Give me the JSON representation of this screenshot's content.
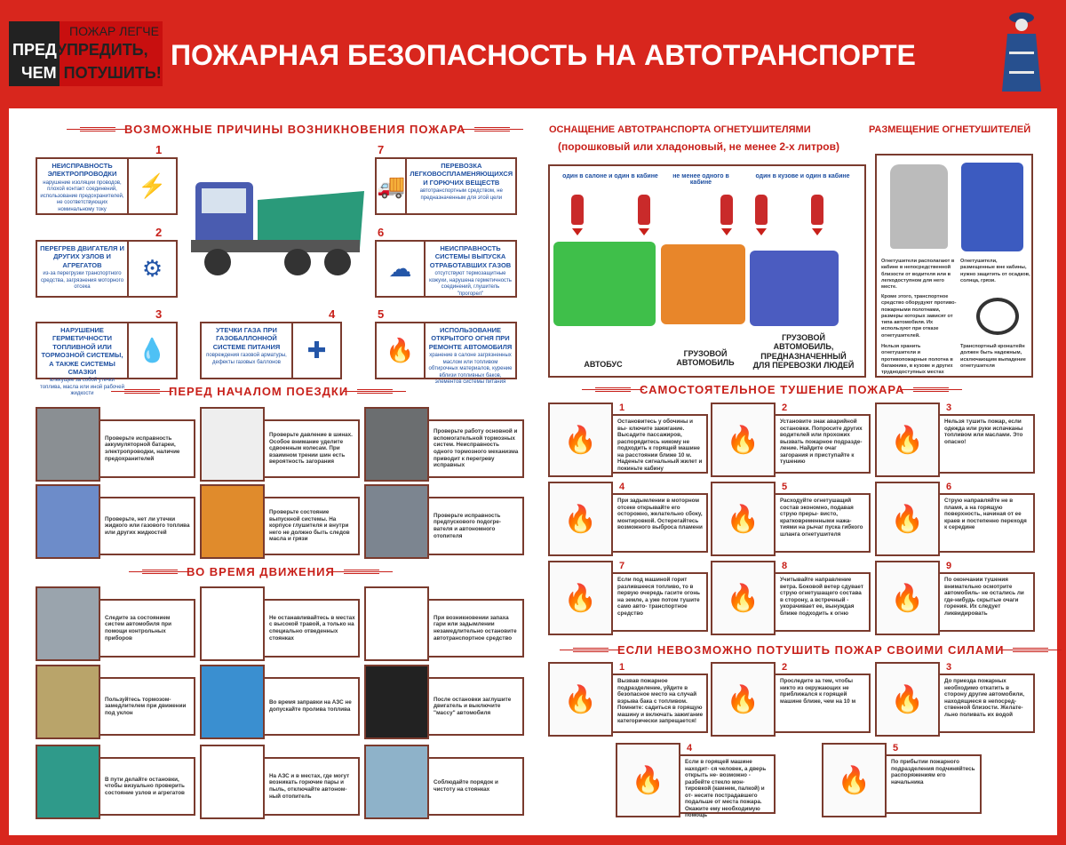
{
  "logo": {
    "line1": "ПОЖАР ЛЕГЧЕ",
    "pre": "ПРЕД",
    "word2": "УПРЕДИТЬ,",
    "chem": "ЧЕМ",
    "word3": "ПОТУШИТЬ!"
  },
  "title": "ПОЖАРНАЯ БЕЗОПАСНОСТЬ НА АВТОТРАНСПОРТЕ",
  "colors": {
    "background": "#d8261d",
    "border": "#7a3b2e",
    "heading": "#c8201a",
    "text_blue": "#1e4fa0"
  },
  "causes": {
    "heading": "ВОЗМОЖНЫЕ ПРИЧИНЫ ВОЗНИКНОВЕНИЯ ПОЖАРА",
    "items": [
      {
        "num": "1",
        "title": "НЕИСПРАВНОСТЬ ЭЛЕКТРОПРОВОДКИ",
        "text": "нарушение изоляции проводов, плохой контакт соединений, использование предохранителей, не соответствующих номинальному току",
        "icon": "battery-lightning-icon",
        "glyph": "⚡"
      },
      {
        "num": "2",
        "title": "ПЕРЕГРЕВ ДВИГАТЕЛЯ И ДРУГИХ УЗЛОВ И АГРЕГАТОВ",
        "text": "из-за перегрузки транспортного средства, загрязнения моторного отсека",
        "icon": "engine-icon",
        "glyph": "⚙"
      },
      {
        "num": "3",
        "title": "НАРУШЕНИЕ ГЕРМЕТИЧНОСТИ ТОПЛИВНОЙ ИЛИ ТОРМОЗНОЙ СИСТЕМЫ, А ТАКЖЕ СИСТЕМЫ СМАЗКИ",
        "text": "влекущее за собой утечки топлива, масла или иной рабочей жидкости",
        "icon": "fuel-filter-leak-icon",
        "glyph": "💧"
      },
      {
        "num": "4",
        "title": "УТЕЧКИ ГАЗА ПРИ ГАЗОБАЛЛОННОЙ СИСТЕМЕ ПИТАНИЯ",
        "text": "повреждения газовой арматуры, дефекты газовых баллонов",
        "icon": "gas-valve-icon",
        "glyph": "✚"
      },
      {
        "num": "7",
        "title": "ПЕРЕВОЗКА ЛЕГКОВОСПЛАМЕНЯЮЩИХСЯ И ГОРЮЧИХ ВЕЩЕСТВ",
        "text": "автотранспортным средством, не предназначенным для этой цели",
        "icon": "hazard-truck-icon",
        "glyph": "🚚"
      },
      {
        "num": "6",
        "title": "НЕИСПРАВНОСТЬ СИСТЕМЫ ВЫПУСКА ОТРАБОТАВШИХ ГАЗОВ",
        "text": "отсутствуют термозащитные кожухи, нарушена герметичность соединений, глушитель \"прогорел\"",
        "icon": "exhaust-truck-icon",
        "glyph": "☁"
      },
      {
        "num": "5",
        "title": "ИСПОЛЬЗОВАНИЕ ОТКРЫТОГО ОГНЯ ПРИ РЕМОНТЕ АВТОМОБИЛЯ",
        "text": "хранение в салоне загрязненных маслом или топливом обтирочных материалов, курение вблизи топливных баков, элементов системы питания",
        "icon": "match-flame-icon",
        "glyph": "🔥"
      }
    ]
  },
  "before_trip": {
    "heading": "ПЕРЕД НАЧАЛОМ ПОЕЗДКИ",
    "items": [
      {
        "text": "Проверьте исправность аккумуляторной батареи, электропроводки, наличие предохранителей",
        "icon": "battery-check-image",
        "pic": "#8a8f93"
      },
      {
        "text": "Проверьте давление в шинах. Особое внимание уделите сдвоенным колесам. При взаимном трении шин есть вероятность загорания",
        "icon": "pressure-gauge-image",
        "pic": "#eeeeee"
      },
      {
        "text": "Проверьте работу основной и вспомогательной тормозных систем. Неисправность одного тормозного механизма приводит к перегреву исправных",
        "icon": "brake-pedal-image",
        "pic": "#6b6e70"
      },
      {
        "text": "Проверьте, нет ли утечки жидкого или газового топлива или других жидкостей",
        "icon": "truck-leak-image",
        "pic": "#6d8cc9"
      },
      {
        "text": "Проверьте состояние выпускной системы. На корпусе глушителя и внутри него не должно быть следов масла и грязи",
        "icon": "exhaust-system-image",
        "pic": "#e08b2c"
      },
      {
        "text": "Проверьте исправность предпускового подогре- вателя и автономного отопителя",
        "icon": "preheater-image",
        "pic": "#7c8590"
      }
    ]
  },
  "driving": {
    "heading": "ВО ВРЕМЯ ДВИЖЕНИЯ",
    "items": [
      {
        "text": "Следите за состоянием систем автомобиля при помощи контрольных приборов",
        "icon": "dashboard-image",
        "pic": "#9aa4ad"
      },
      {
        "text": "Не останавливайтесь в местах с высокой травой, а только на специально отведенных стоянках",
        "icon": "parking-sign-image",
        "pic": "#ffffff"
      },
      {
        "text": "При возникновении запаха гари или задымлении незамедлительно остановите автотранспортное средство",
        "icon": "smoking-truck-image",
        "pic": "#ffffff"
      },
      {
        "text": "Пользуйтесь тормозом- замедлителем при движении под уклон",
        "icon": "retarder-image",
        "pic": "#b9a46a"
      },
      {
        "text": "Во время заправки на АЗС не допускайте пролива топлива",
        "icon": "fuel-nozzle-image",
        "pic": "#3a8fd0"
      },
      {
        "text": "После остановки заглушите двигатель и выключите \"массу\" автомобиля",
        "icon": "switch-panel-image",
        "pic": "#222222"
      },
      {
        "text": "В пути делайте остановки, чтобы визуально проверить состояние узлов и агрегатов",
        "icon": "open-hood-truck-image",
        "pic": "#2f9a8a"
      },
      {
        "text": "На АЗС и в местах, где могут возникать горючие пары и пыль, отключайте автоном- ный отопитель",
        "icon": "gas-station-person-image",
        "pic": "#ffffff"
      },
      {
        "text": "Соблюдайте порядок и чистоту на стоянках",
        "icon": "parked-trucks-image",
        "pic": "#8eb2c9"
      }
    ]
  },
  "equipment": {
    "heading": "ОСНАЩЕНИЕ АВТОТРАНСПОРТА ОГНЕТУШИТЕЛЯМИ",
    "subtitle": "(порошковый или хладоновый, не менее 2-х литров)",
    "notes": [
      "один в салоне и один в кабине",
      "не менее одного в кабине",
      "один в кузове и один в кабине"
    ],
    "vehicles": [
      "АВТОБУС",
      "ГРУЗОВОЙ АВТОМОБИЛЬ",
      "ГРУЗОВОЙ АВТОМОБИЛЬ, ПРЕДНАЗНАЧЕННЫЙ ДЛЯ ПЕРЕВОЗКИ ЛЮДЕЙ"
    ],
    "vehicle_colors": [
      "#3fbf4a",
      "#e8862a",
      "#4b5cc0"
    ]
  },
  "placement": {
    "heading": "РАЗМЕЩЕНИЕ ОГНЕТУШИТЕЛЕЙ",
    "texts": [
      "Огнетушители располагают в кабине в непосредственной близости от водителя или в легкодоступном для него месте.",
      "Огнетушители, размещенные вне кабины, нужно защитить от осадков, солнца, грязи.",
      "Кроме этого, транспортное средство оборудуют противо- пожарными полотнами, размеры которых зависят от типа автомобиля. Их используют при отказе огнетушителей.",
      "Нельзя хранить огнетушители и противопожарные полотна в багажнике, в кузове и других труднодоступных местах",
      "Транспортный кронштейн должен быть надежным, исключающим выпадение огнетушителя"
    ]
  },
  "self_extinguish": {
    "heading": "САМОСТОЯТЕЛЬНОЕ ТУШЕНИЕ ПОЖАРА",
    "items": [
      {
        "num": "1",
        "text": "Остановитесь у обочины и вы- ключите зажигание. Высадите пассажиров, распорядитесь никому не подходить к горящей машине на расстоянии ближе 10 м. Наденьте сигнальный жилет и покиньте кабину",
        "icon": "burning-car-people-icon"
      },
      {
        "num": "2",
        "text": "Установите знак аварийной остановки. Попросите других водителей или прохожих вызвать пожарное подразде- ление. Найдите очаг загорания и приступайте к тушению",
        "icon": "warning-triangle-icon"
      },
      {
        "num": "3",
        "text": "Нельзя тушить пожар, если одежда или руки испачканы топливом или маслами. Это опасно!",
        "icon": "prohibited-person-icon"
      },
      {
        "num": "4",
        "text": "При задымлении в моторном отсеке открывайте его осторожно, желательно сбоку, монтировкой. Остерегайтесь возможного выброса пламени",
        "icon": "engine-fire-icon"
      },
      {
        "num": "5",
        "text": "Расходуйте огнетушащий состав экономно, подавая струю преры- висто, кратковременными нажа- тиями на рычаг пуска гибкого шланга огнетушителя",
        "icon": "hose-hand-icon"
      },
      {
        "num": "6",
        "text": "Струю направляйте не в пламя, а на горящую поверхность, начиная от ее краев и постепенно переходя к середине",
        "icon": "spray-fire-icon"
      },
      {
        "num": "7",
        "text": "Если под машиной горит разлившееся топливо, то в первую очередь гасите огонь на земле, а уже потом тушите само авто- транспортное средство",
        "icon": "ground-fire-icon"
      },
      {
        "num": "8",
        "text": "Учитывайте направление ветра. Боковой ветер сдувает струю огнетушащего состава в сторону, а встречный - укорачивает ее, вынуждая ближе подходить к огню",
        "icon": "wind-fire-icon"
      },
      {
        "num": "9",
        "text": "По окончании тушения внимательно осмотрите автомобиль- не остались ли где-нибудь скрытые очаги горения. Их следует ликвидировать",
        "icon": "inspect-car-icon"
      }
    ]
  },
  "cannot_extinguish": {
    "heading": "ЕСЛИ НЕВОЗМОЖНО ПОТУШИТЬ ПОЖАР СВОИМИ СИЛАМИ",
    "items": [
      {
        "num": "1",
        "text": "Вызвав пожарное подразделение, уйдите в безопасное место на случай взрыва бака с топливом. Помните: садиться в горящую машину и включать зажигание категорически запрещается!",
        "icon": "burning-truck-key-icon"
      },
      {
        "num": "2",
        "text": "Проследите за тем, чтобы никто из окружающих не приближался к горящей машине ближе, чем на 10 м",
        "icon": "burning-truck-people-icon"
      },
      {
        "num": "3",
        "text": "До приезда пожарных необходимо откатить в сторону другие автомобили, находящиеся в непосред- ственной близости. Желате- льно поливать их водой",
        "icon": "water-hose-cars-icon"
      },
      {
        "num": "4",
        "text": "Если в горящей машине находит- ся человек, а дверь открыть не- возможно - разбейте стекло мон- тировкой (камнем, палкой) и от- несите пострадавшего подальше от места пожара. Окажите ему необходимую помощь",
        "icon": "rescue-person-icon"
      },
      {
        "num": "5",
        "text": "По прибытии пожарного подразделения подчиняйтесь распоряжениям его начальника",
        "icon": "firefighter-icon"
      }
    ]
  }
}
